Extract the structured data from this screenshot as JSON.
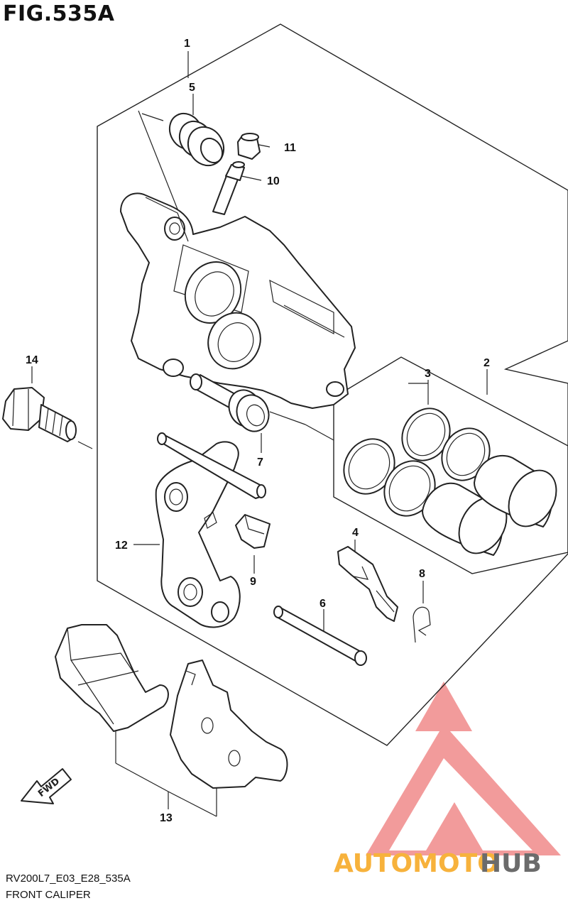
{
  "figure": {
    "title": "FIG.535A",
    "code": "RV200L7_E03_E28_535A",
    "caption": "FRONT CALIPER"
  },
  "callouts": [
    "1",
    "2",
    "3",
    "4",
    "5",
    "6",
    "7",
    "8",
    "9",
    "10",
    "11",
    "12",
    "13",
    "14"
  ],
  "direction_marker": "FWD",
  "watermark": {
    "text_a": "AUTOMOTO",
    "text_b": "HUB",
    "color_a": "#f7b23c",
    "color_b": "#6b6b6b",
    "logo_color": "#f08a8a"
  }
}
